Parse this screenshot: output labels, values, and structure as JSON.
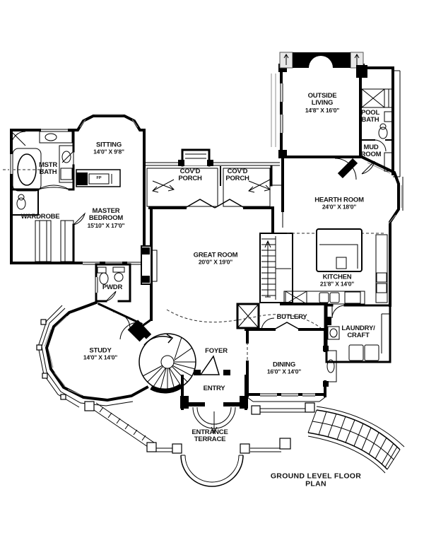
{
  "title": "GROUND LEVEL FLOOR PLAN",
  "annotations": {
    "fireplace": "FP"
  },
  "colors": {
    "line": "#000000",
    "background": "#ffffff",
    "glazing": "#8f8f8f"
  },
  "rooms": [
    {
      "id": "outside-living",
      "name": "OUTSIDE\nLIVING",
      "dims": "14'8\" X 16'0\""
    },
    {
      "id": "pool-bath",
      "name": "POOL\nBATH",
      "dims": ""
    },
    {
      "id": "mud-room",
      "name": "MUD\nROOM",
      "dims": ""
    },
    {
      "id": "sitting",
      "name": "SITTING",
      "dims": "14'0\" X 9'8\""
    },
    {
      "id": "mstr-bath",
      "name": "MSTR\nBATH",
      "dims": ""
    },
    {
      "id": "wardrobe",
      "name": "WARDROBE",
      "dims": ""
    },
    {
      "id": "master-bedroom",
      "name": "MASTER\nBEDROOM",
      "dims": "15'10\" X 17'0\""
    },
    {
      "id": "covd-porch-left",
      "name": "COV'D\nPORCH",
      "dims": ""
    },
    {
      "id": "covd-porch-right",
      "name": "COV'D\nPORCH",
      "dims": ""
    },
    {
      "id": "hearth-room",
      "name": "HEARTH ROOM",
      "dims": "24'0\" X 18'0\""
    },
    {
      "id": "great-room",
      "name": "GREAT ROOM",
      "dims": "20'0\" X 19'0\""
    },
    {
      "id": "kitchen",
      "name": "KITCHEN",
      "dims": "21'8\" X 14'0\""
    },
    {
      "id": "pwdr",
      "name": "PWDR",
      "dims": ""
    },
    {
      "id": "butlery",
      "name": "BUTLERY",
      "dims": ""
    },
    {
      "id": "laundry-craft",
      "name": "LAUNDRY/\nCRAFT",
      "dims": ""
    },
    {
      "id": "study",
      "name": "STUDY",
      "dims": "14'0\" X 14'0\""
    },
    {
      "id": "foyer",
      "name": "FOYER",
      "dims": ""
    },
    {
      "id": "dining",
      "name": "DINING",
      "dims": "16'0\" X 14'0\""
    },
    {
      "id": "entry",
      "name": "ENTRY",
      "dims": ""
    },
    {
      "id": "entrance-terrace",
      "name": "ENTRANCE\nTERRACE",
      "dims": ""
    }
  ]
}
